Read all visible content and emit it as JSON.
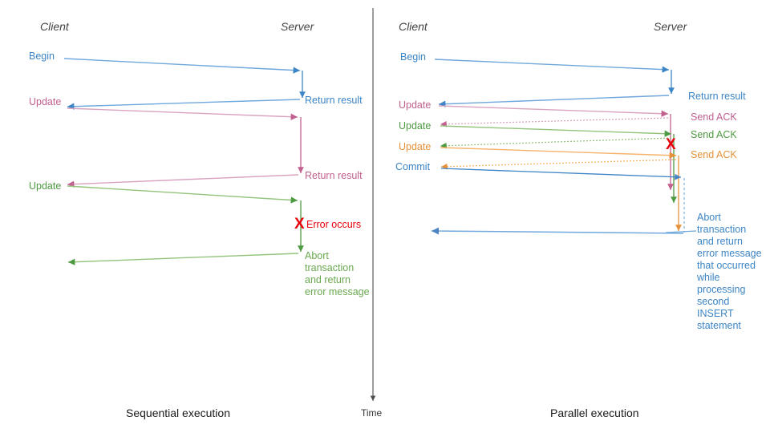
{
  "figure": {
    "title": "",
    "colors": {
      "blue": "#3d85c6",
      "blue_light": "#6fa8dc",
      "pink": "#c2608f",
      "pink_light": "#d9a3bf",
      "green": "#4e9a42",
      "green_light": "#93c47d",
      "orange": "#e69138",
      "orange_light": "#f6b26b",
      "red": "#e8000b",
      "axis": "#4d4d4d",
      "actor_text": "#444444",
      "footer_text": "#1a1a1a"
    }
  },
  "divider": {
    "name": "time-axis",
    "time_label": "Time"
  },
  "left_panel": {
    "caption": "Sequential execution",
    "actors": {
      "client": "Client",
      "server": "Server"
    },
    "messages": [
      {
        "id": "begin",
        "label": "Begin",
        "color": "blue",
        "direction": "to-server"
      },
      {
        "id": "return-result-1",
        "label": "Return result",
        "color": "blue",
        "direction": "to-client"
      },
      {
        "id": "update-1",
        "label": "Update",
        "color": "pink",
        "direction": "to-server"
      },
      {
        "id": "return-result-2",
        "label": "Return result",
        "color": "pink",
        "direction": "to-client"
      },
      {
        "id": "update-2",
        "label": "Update",
        "color": "green",
        "direction": "to-server"
      },
      {
        "id": "abort",
        "label": "Abort\ntransaction\nand return\nerror message",
        "color": "green",
        "direction": "to-client"
      }
    ],
    "error_marker": {
      "glyph": "X",
      "label": "Error occurs"
    }
  },
  "right_panel": {
    "caption": "Parallel execution",
    "actors": {
      "client": "Client",
      "server": "Server"
    },
    "messages": [
      {
        "id": "begin",
        "label": "Begin",
        "color": "blue",
        "direction": "to-server"
      },
      {
        "id": "return-result",
        "label": "Return result",
        "color": "blue",
        "direction": "to-client"
      },
      {
        "id": "update-1",
        "label": "Update",
        "color": "pink",
        "direction": "to-server"
      },
      {
        "id": "send-ack-1",
        "label": "Send ACK",
        "color": "pink",
        "direction": "to-client"
      },
      {
        "id": "update-2",
        "label": "Update",
        "color": "green",
        "direction": "to-server"
      },
      {
        "id": "send-ack-2",
        "label": "Send ACK",
        "color": "green",
        "direction": "to-client"
      },
      {
        "id": "update-3",
        "label": "Update",
        "color": "orange",
        "direction": "to-server"
      },
      {
        "id": "send-ack-3",
        "label": "Send ACK",
        "color": "orange",
        "direction": "to-client"
      },
      {
        "id": "commit",
        "label": "Commit",
        "color": "blue",
        "direction": "to-server"
      },
      {
        "id": "abort",
        "label": "Abort\ntransaction\nand return\nerror message\nthat occurred\nwhile\nprocessing\nsecond\nINSERT\nstatement",
        "color": "blue",
        "direction": "to-client"
      }
    ],
    "error_marker": {
      "glyph": "X",
      "label": ""
    }
  }
}
